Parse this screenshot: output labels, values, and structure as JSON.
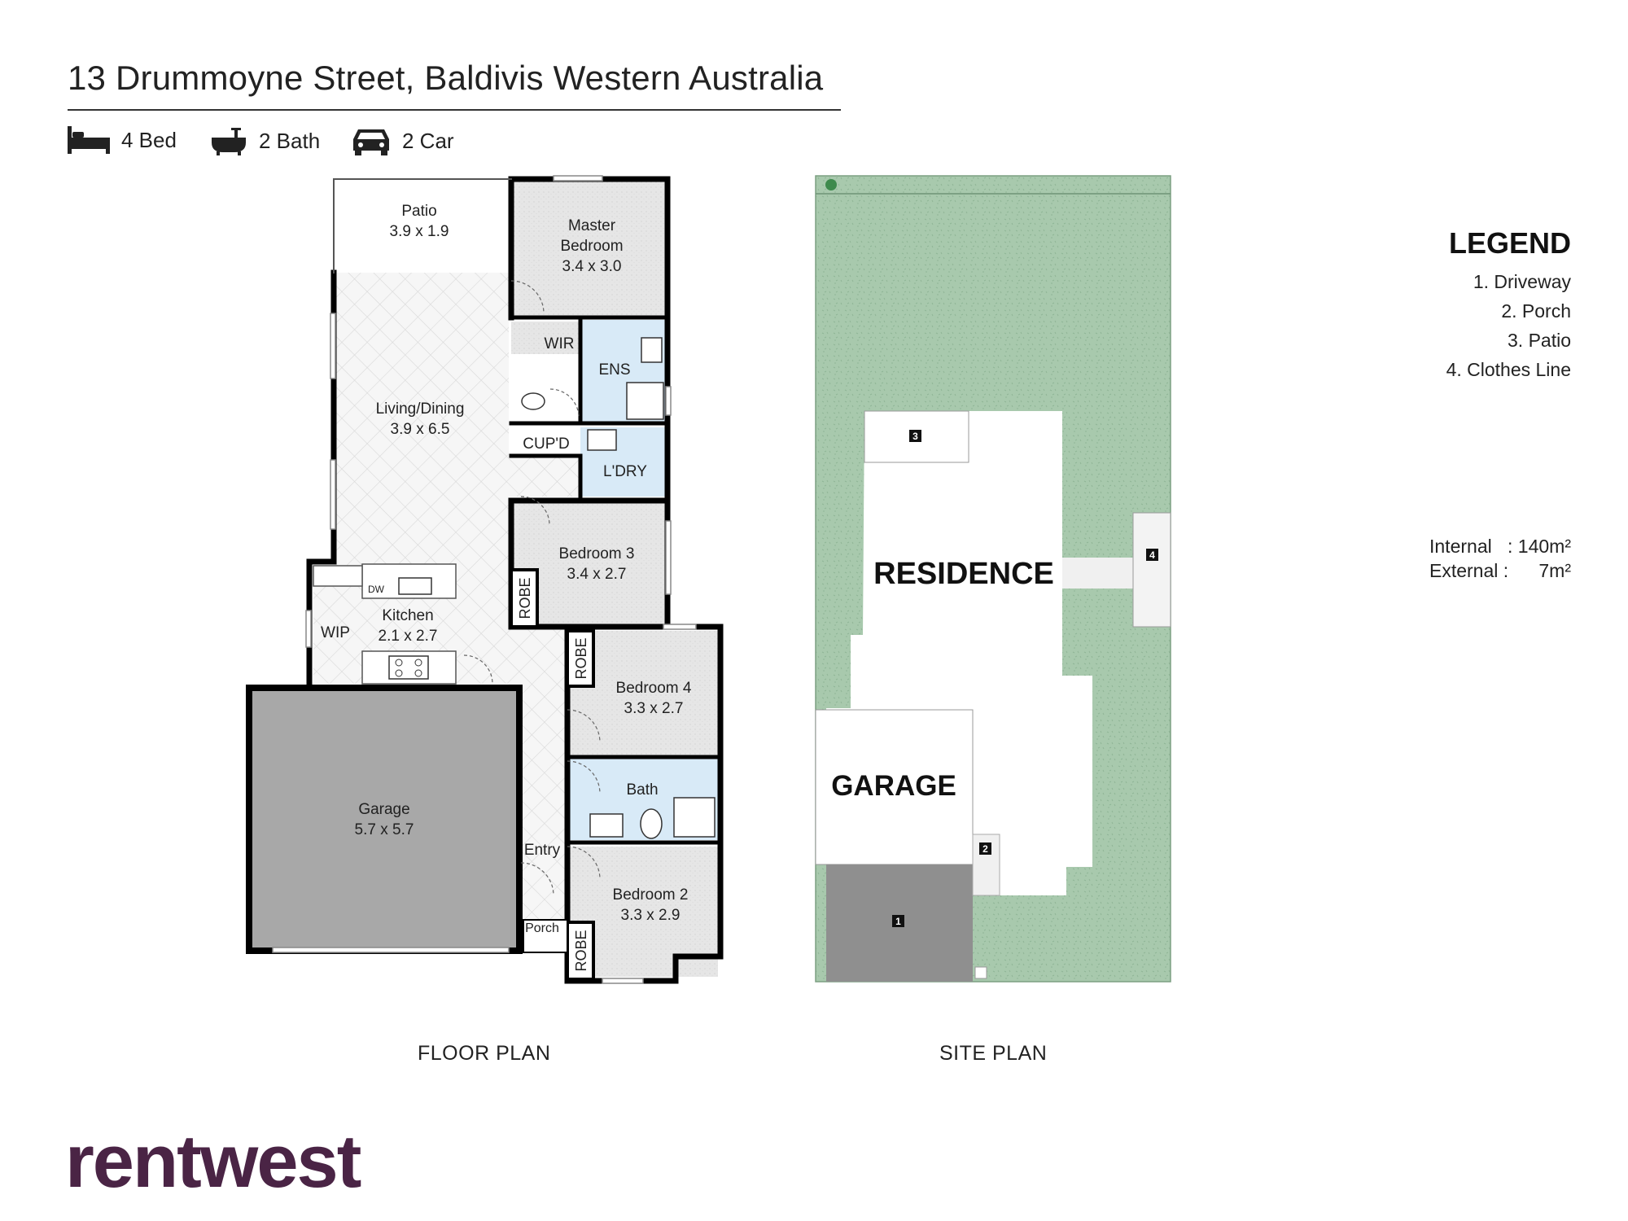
{
  "header": {
    "address": "13 Drummoyne Street, Baldivis Western Australia",
    "features": {
      "bed": "4 Bed",
      "bath": "2 Bath",
      "car": "2 Car"
    }
  },
  "floor_plan": {
    "caption": "FLOOR PLAN",
    "rooms": {
      "patio": {
        "name": "Patio",
        "size": "3.9 x 1.9"
      },
      "master": {
        "name1": "Master",
        "name2": "Bedroom",
        "size": "3.4 x 3.0"
      },
      "wir": "WIR",
      "ens": "ENS",
      "living": {
        "name": "Living/Dining",
        "size": "3.9 x 6.5"
      },
      "cupd": "CUP'D",
      "ldry": "L'DRY",
      "bed3": {
        "name": "Bedroom 3",
        "size": "3.4 x 2.7"
      },
      "robe3": "ROBE",
      "kitchen": {
        "name": "Kitchen",
        "size": "2.1 x 2.7"
      },
      "dw": "DW",
      "wip": "WIP",
      "bed4": {
        "name": "Bedroom 4",
        "size": "3.3 x 2.7"
      },
      "robe4": "ROBE",
      "garage": {
        "name": "Garage",
        "size": "5.7 x 5.7"
      },
      "bath": "Bath",
      "entry": "Entry",
      "porch": "Porch",
      "bed2": {
        "name": "Bedroom 2",
        "size": "3.3 x 2.9"
      },
      "robe2": "ROBE"
    }
  },
  "site_plan": {
    "caption": "SITE PLAN",
    "labels": {
      "residence": "RESIDENCE",
      "garage": "GARAGE"
    },
    "markers": [
      "1",
      "2",
      "3",
      "4"
    ],
    "colors": {
      "lawn": "#a8c9ad",
      "driveway": "#8f8f8f"
    }
  },
  "legend": {
    "title": "LEGEND",
    "items": [
      "1. Driveway",
      "2. Porch",
      "3. Patio",
      "4. Clothes Line"
    ]
  },
  "areas": {
    "internal_label": "Internal",
    "internal_value": ": 140m²",
    "external_label": "External :",
    "external_value": "7m²"
  },
  "brand": {
    "name": "rentwest",
    "color": "#4a2445"
  }
}
